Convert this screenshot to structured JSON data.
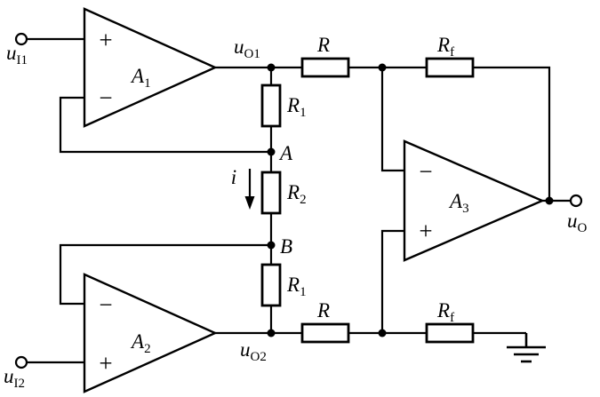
{
  "figure": {
    "type": "circuit-diagram",
    "description": "Three op-amp instrumentation amplifier"
  },
  "colors": {
    "stroke": "#000000",
    "background": "#ffffff"
  },
  "terminals": {
    "input1": {
      "main": "u",
      "sub": "I1"
    },
    "input2": {
      "main": "u",
      "sub": "I2"
    },
    "output": {
      "main": "u",
      "sub": "O"
    }
  },
  "nodes": {
    "uo1": {
      "main": "u",
      "sub": "O1"
    },
    "uo2": {
      "main": "u",
      "sub": "O2"
    },
    "a": "A",
    "b": "B"
  },
  "opamps": {
    "a1": {
      "main": "A",
      "sub": "1",
      "plus": "+",
      "minus": "−"
    },
    "a2": {
      "main": "A",
      "sub": "2",
      "plus": "+",
      "minus": "−"
    },
    "a3": {
      "main": "A",
      "sub": "3",
      "plus": "+",
      "minus": "−"
    }
  },
  "resistors": {
    "r1_top": {
      "main": "R",
      "sub": "1"
    },
    "r2": {
      "main": "R",
      "sub": "2"
    },
    "r1_bottom": {
      "main": "R",
      "sub": "1"
    },
    "r_top": {
      "main": "R"
    },
    "rf_top": {
      "main": "R",
      "sub": "f"
    },
    "r_bottom": {
      "main": "R"
    },
    "rf_bottom": {
      "main": "R",
      "sub": "f"
    }
  },
  "current": {
    "label": "i"
  }
}
